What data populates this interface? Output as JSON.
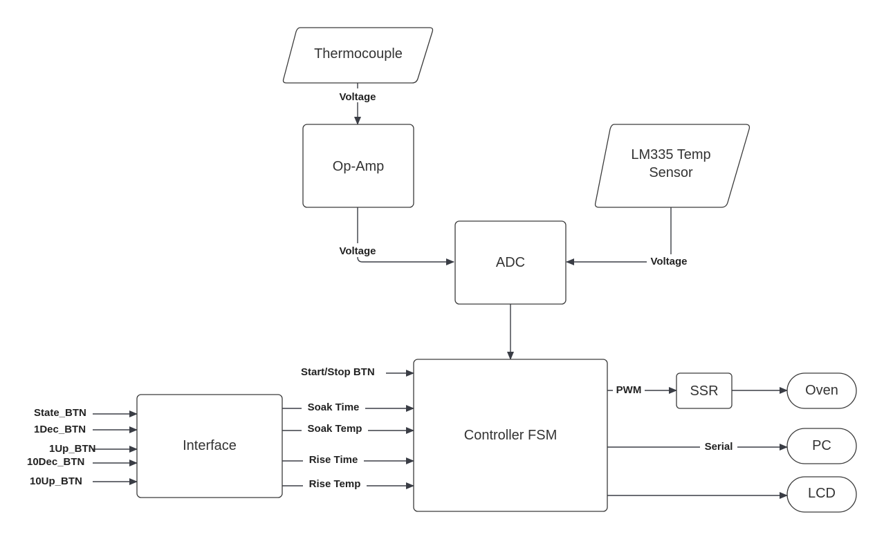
{
  "nodes": {
    "thermocouple": "Thermocouple",
    "opamp": "Op-Amp",
    "lm335_line1": "LM335 Temp",
    "lm335_line2": "Sensor",
    "adc": "ADC",
    "controller": "Controller FSM",
    "interface": "Interface",
    "ssr": "SSR",
    "oven": "Oven",
    "pc": "PC",
    "lcd": "LCD"
  },
  "edges": {
    "thermo_to_opamp": "Voltage",
    "opamp_to_adc": "Voltage",
    "lm335_to_adc": "Voltage",
    "start_stop": "Start/Stop BTN",
    "soak_time": "Soak Time",
    "soak_temp": "Soak Temp",
    "rise_time": "Rise Time",
    "rise_temp": "Rise Temp",
    "pwm": "PWM",
    "serial": "Serial",
    "state_btn": "State_BTN",
    "dec1_btn": "1Dec_BTN",
    "up1_btn": "1Up_BTN",
    "dec10_btn": "10Dec_BTN",
    "up10_btn": "10Up_BTN"
  }
}
